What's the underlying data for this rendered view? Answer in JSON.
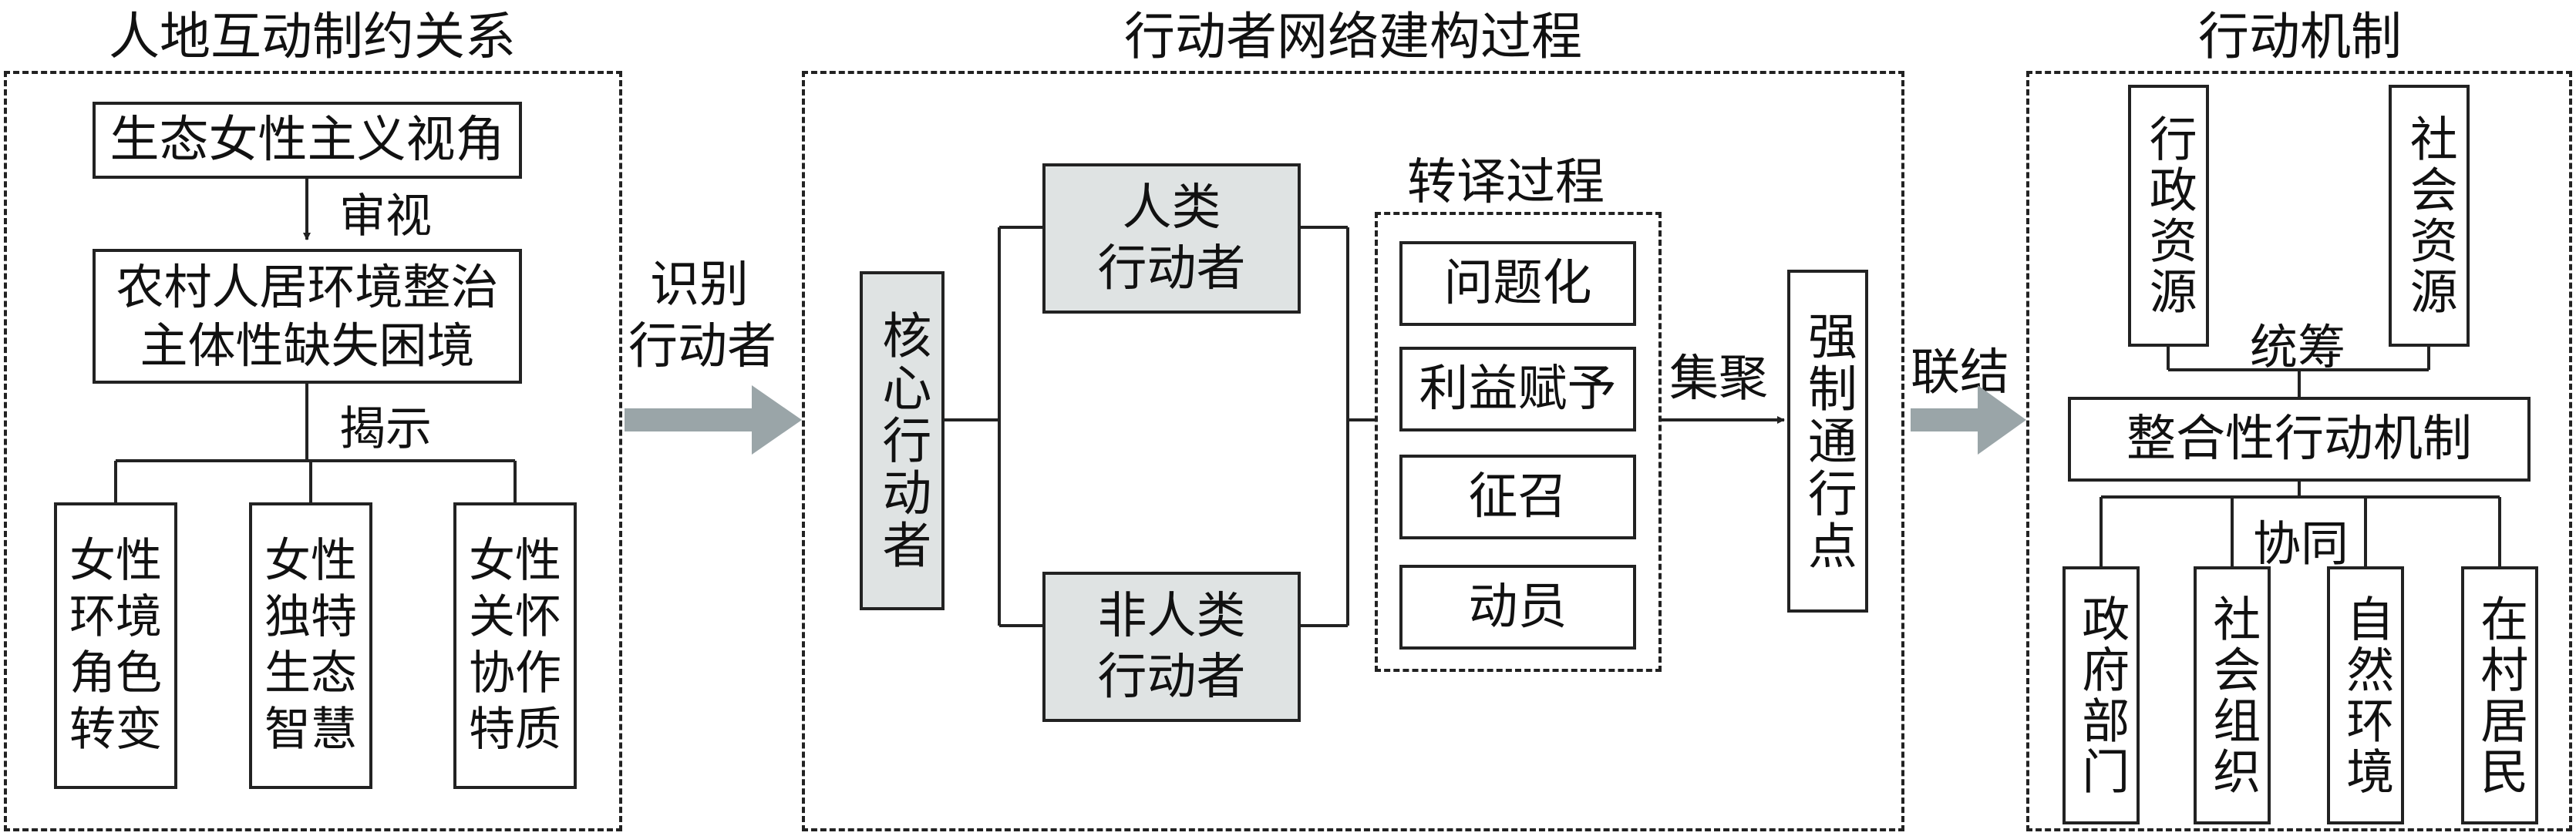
{
  "sections": {
    "left": {
      "title": "人地互动制约关系",
      "top_box": "生态女性主义视角",
      "arrow_label": "审视",
      "middle_box_line1": "农村人居环境整治",
      "middle_box_line2": "主体性缺失困境",
      "reveal_label": "揭示",
      "bottom_boxes": [
        [
          "女性",
          "环境",
          "角色",
          "转变"
        ],
        [
          "女性",
          "独特",
          "生态",
          "智慧"
        ],
        [
          "女性",
          "关怀",
          "协作",
          "特质"
        ]
      ]
    },
    "middle": {
      "title": "行动者网络建构过程",
      "core_actor": "核心行动者",
      "human_actor_line1": "人类",
      "human_actor_line2": "行动者",
      "nonhuman_actor_line1": "非人类",
      "nonhuman_actor_line2": "行动者",
      "translation_title": "转译过程",
      "translation_steps": [
        "问题化",
        "利益赋予",
        "征召",
        "动员"
      ],
      "gather_label": "集聚",
      "opp": "强制通行点"
    },
    "right": {
      "title": "行动机制",
      "resource_left": "行政资源",
      "resource_right": "社会资源",
      "coordinate_label": "统筹",
      "mechanism": "整合性行动机制",
      "cooperate_label": "协同",
      "participants": [
        "政府部门",
        "社会组织",
        "自然环境",
        "在村居民"
      ]
    }
  },
  "connectors": {
    "identify_line1": "识别",
    "identify_line2": "行动者",
    "link_label": "联结"
  },
  "colors": {
    "shaded_box": "#dfe3e3",
    "big_arrow": "#9aa5a8",
    "line": "#222222"
  }
}
